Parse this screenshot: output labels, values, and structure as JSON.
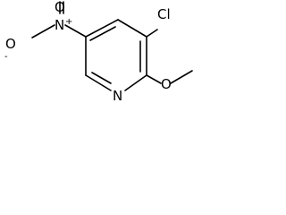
{
  "molecule": {
    "atoms": {
      "nitro_o1": "O",
      "nitro_o1_charge": "-",
      "nitro_n": "N",
      "nitro_n_charge": "+",
      "nitro_o2": "O",
      "chloro": "Cl",
      "ring_n": "N",
      "methoxy_o": "O"
    }
  }
}
